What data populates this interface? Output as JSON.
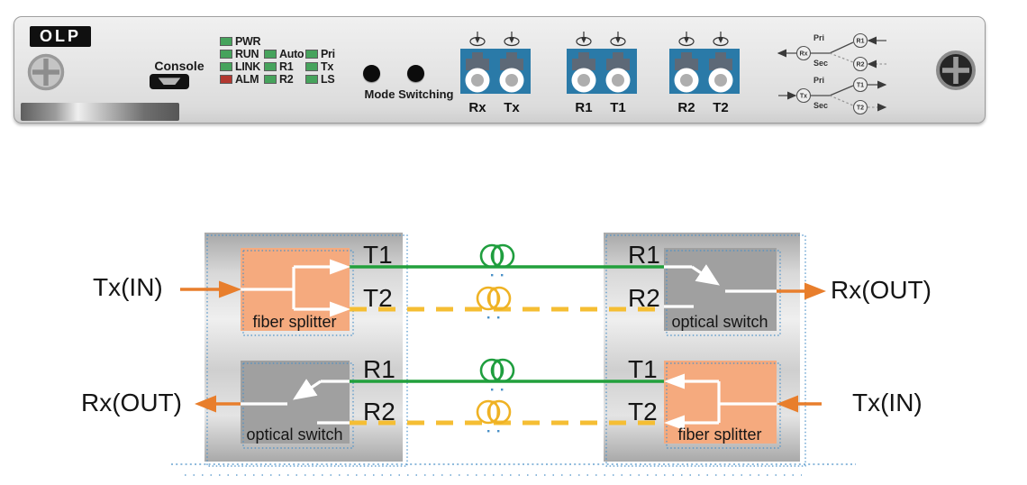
{
  "device_panel": {
    "model_label": "OLP",
    "console_label": "Console",
    "mode_button_label": "Mode Switching",
    "leds": {
      "col1": [
        {
          "label": "PWR",
          "state": "green"
        },
        {
          "label": "RUN",
          "state": "green"
        },
        {
          "label": "LINK",
          "state": "green"
        },
        {
          "label": "ALM",
          "state": "red"
        }
      ],
      "col2": [
        {
          "label": "Auto",
          "state": "green"
        },
        {
          "label": "R1",
          "state": "green"
        },
        {
          "label": "R2",
          "state": "green"
        }
      ],
      "col3": [
        {
          "label": "Pri",
          "state": "green"
        },
        {
          "label": "Tx",
          "state": "green"
        },
        {
          "label": "LS",
          "state": "green"
        }
      ]
    },
    "port_groups": [
      {
        "left_port": "Rx",
        "right_port": "Tx"
      },
      {
        "left_port": "R1",
        "right_port": "T1"
      },
      {
        "left_port": "R2",
        "right_port": "T2"
      }
    ],
    "routing_legend": {
      "rx": "Rx",
      "tx": "Tx",
      "r1": "R1",
      "r2": "R2",
      "t1": "T1",
      "t2": "T2",
      "pri": "Pri",
      "sec": "Sec"
    }
  },
  "schematic": {
    "tx_in": "Tx(IN)",
    "rx_out": "Rx(OUT)",
    "fiber_splitter": "fiber splitter",
    "optical_switch": "optical switch",
    "t1": "T1",
    "t2": "T2",
    "r1": "R1",
    "r2": "R2"
  },
  "colors": {
    "primary_fiber": "#22A03C",
    "secondary_fiber": "#F5BE33",
    "signal_arrow": "#E87E2C",
    "splitter_fill": "#F5AA7E",
    "switch_fill": "#A0A0A0",
    "port_block_fill": "#2A7AA8",
    "led_green": "#46A35C",
    "led_red": "#B23730"
  }
}
